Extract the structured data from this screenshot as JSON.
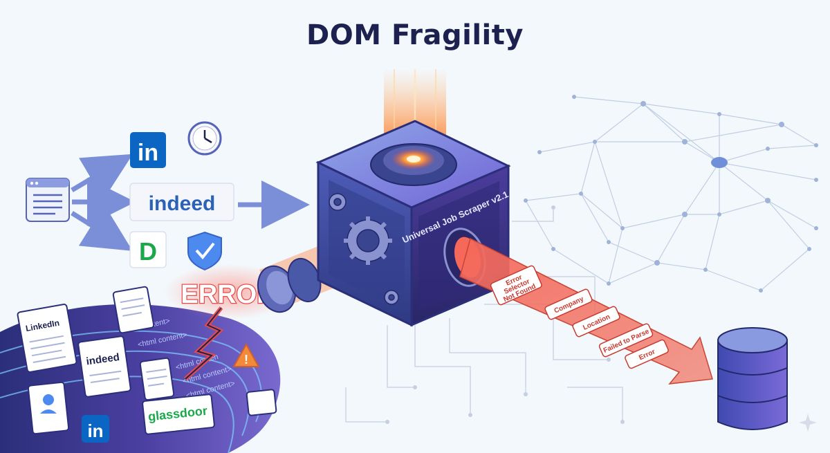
{
  "title": "DOM Fragility",
  "sources": {
    "linkedin": "in",
    "indeed": "indeed",
    "glassdoor": "D"
  },
  "error_label": "ERROR",
  "scraper_label": "Universal Job Scraper v2.1",
  "stream_docs": {
    "linkedin": "LinkedIn",
    "indeed": "indeed",
    "glassdoor": "glassdoor",
    "linkedin_icon": "in"
  },
  "code_snippets": [
    "<html content>",
    "<html content>",
    "<html conten",
    "<html content>",
    "<html content>"
  ],
  "output_errors": [
    "Error\nSelector\nNot Found",
    "Company",
    "Location",
    "Failed to Parse",
    "Error"
  ],
  "colors": {
    "title": "#1c2150",
    "error_red": "#e84a4a",
    "cube_purple": "#6a54c8",
    "arrow_blue": "#7b8fd8",
    "linkedin_blue": "#0a66c2"
  }
}
